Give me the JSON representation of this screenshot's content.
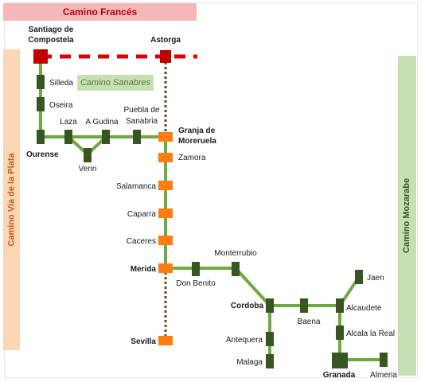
{
  "routes": {
    "camino_frances": "Camino Francés",
    "camino_via_de_la_plata": "Camino Via de la Plata",
    "camino_mozarabe": "Camino Mozarabe",
    "camino_sanabres": "Camino Sanabres"
  },
  "stations": {
    "santiago_1": "Santiago de",
    "santiago_2": "Compostela",
    "astorga": "Astorga",
    "silleda": "Silleda",
    "oseira": "Oseira",
    "laza": "Laza",
    "a_gudina": "A Gudina",
    "puebla_1": "Puebla de",
    "puebla_2": "Sanabria",
    "granja_1": "Granja de",
    "granja_2": "Moreruela",
    "ourense": "Ourense",
    "verin": "Verin",
    "zamora": "Zamora",
    "salamanca": "Salamanca",
    "caparra": "Caparra",
    "caceres": "Caceres",
    "merida": "Merida",
    "don_benito": "Don Benito",
    "monterrubio": "Monterrubio",
    "sevilla": "Sevilla",
    "cordoba": "Cordoba",
    "baena": "Baena",
    "alcaudete": "Alcaudete",
    "jaen": "Jaen",
    "alcala_la_real": "Alcala la Real",
    "antequera": "Antequera",
    "malaga": "Malaga",
    "granada": "Granada",
    "almeria": "Almeria"
  },
  "colors": {
    "frances_line": "#e00000",
    "frances_station": "#c00000",
    "sanabres_line": "#70a940",
    "dark_station": "#375623",
    "plata_station": "#ff7c10",
    "plata_dotted": "#843c0c",
    "plata_band": "#fbd7b6",
    "mozarabe_band": "#c6e0b4"
  }
}
